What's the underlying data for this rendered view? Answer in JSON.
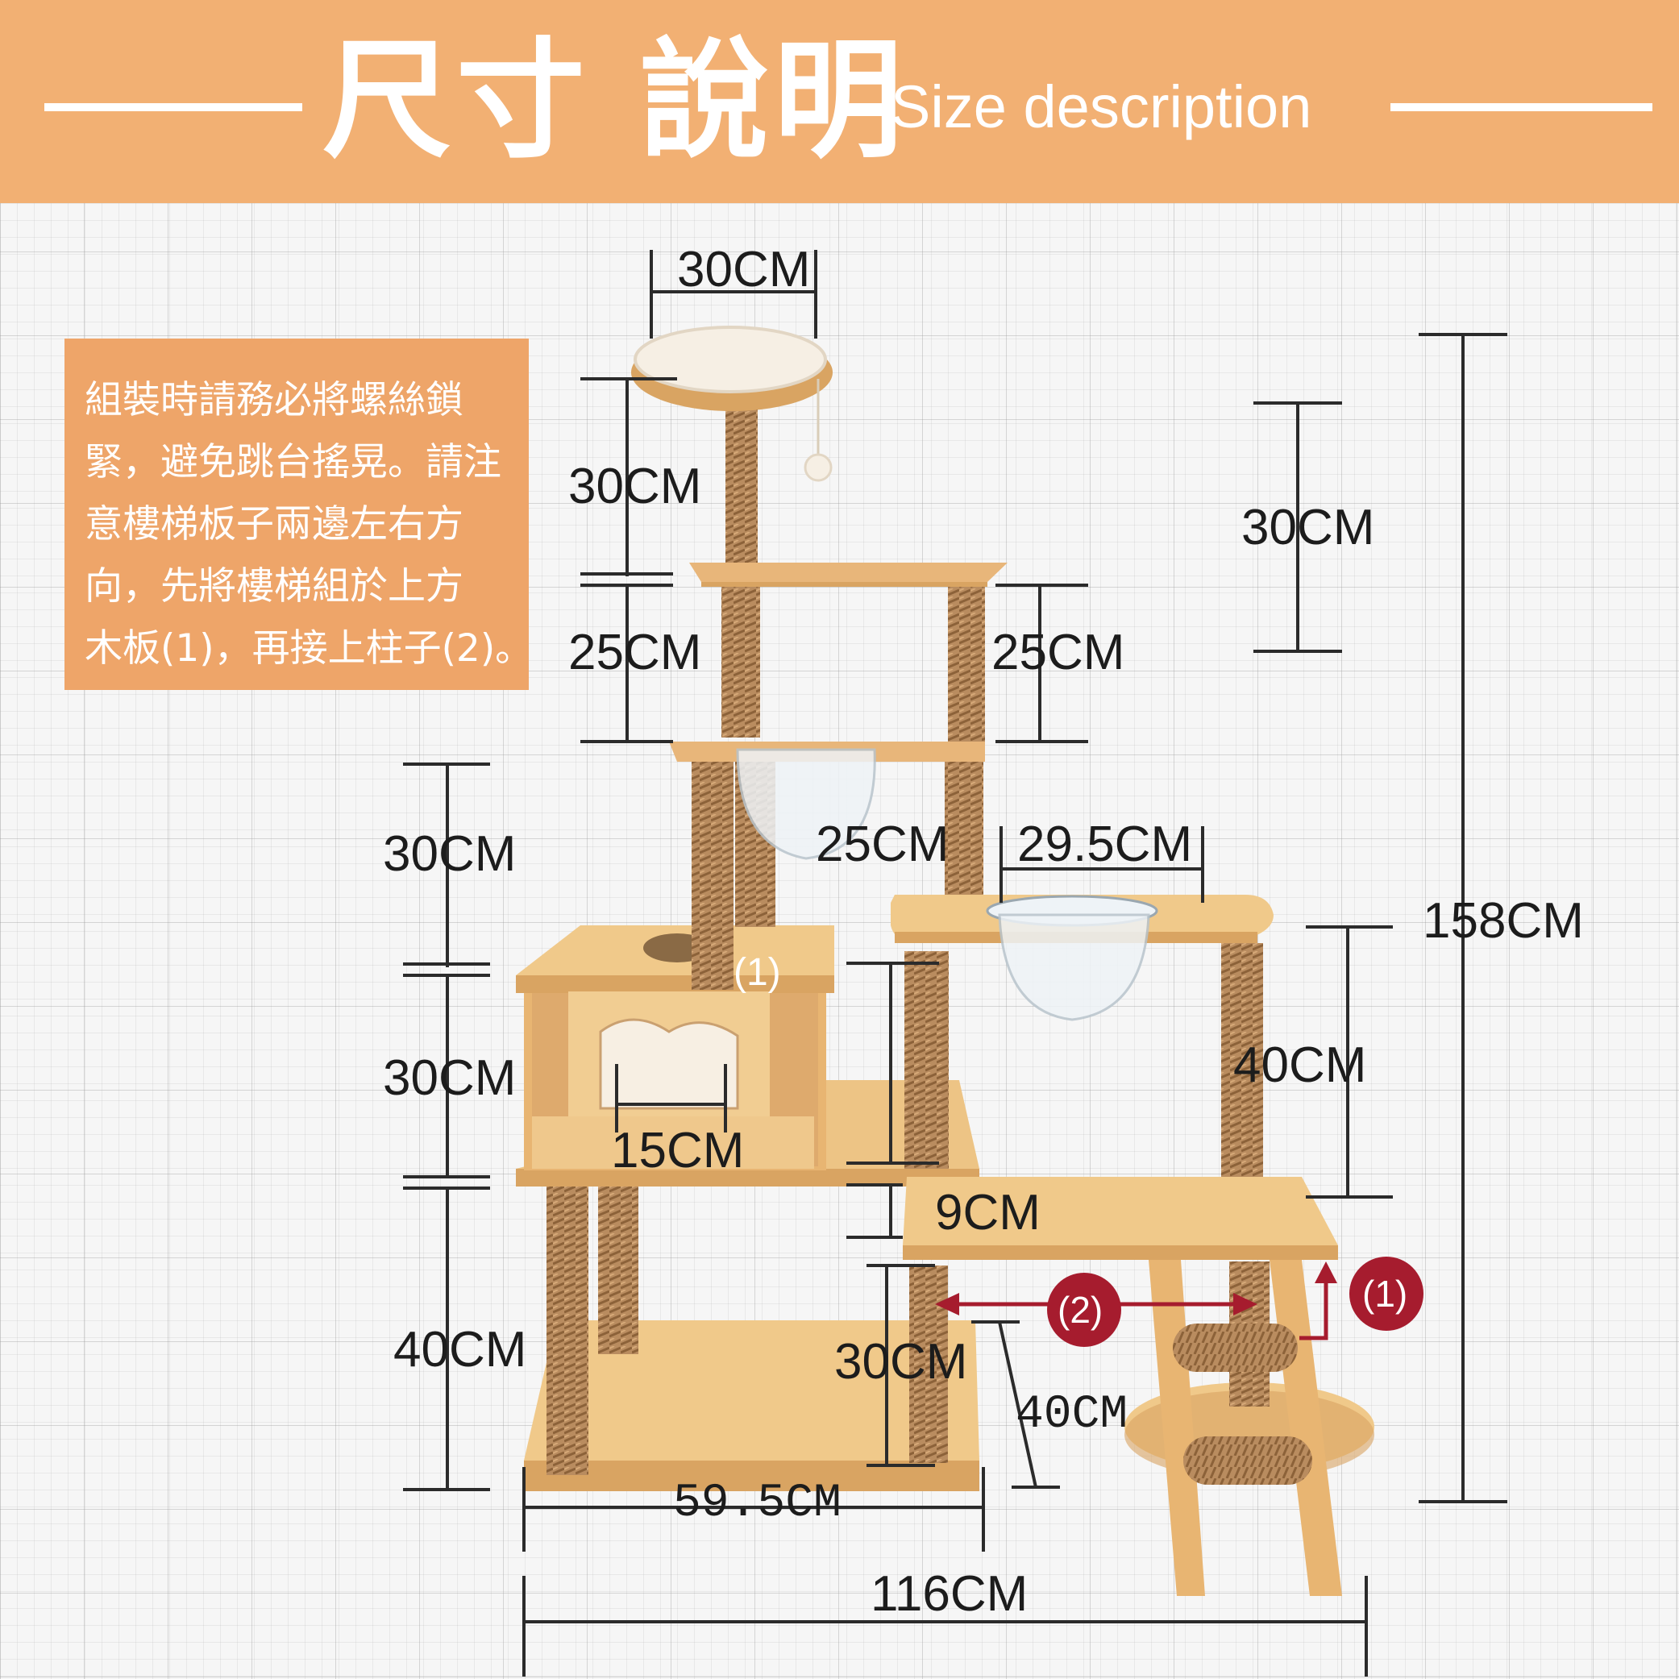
{
  "header": {
    "title_zh": "尺寸 說明",
    "title_en": "Size description"
  },
  "note": {
    "lines": [
      "組裝時請務必將螺絲鎖",
      "緊，避免跳台搖晃。請注",
      "意樓梯板子兩邊左右方",
      "向，先將樓梯組於上方",
      "木板(1)，再接上柱子(2)。"
    ]
  },
  "dimensions": {
    "top_width": "30CM",
    "top_post": "30CM",
    "mid_left": "25CM",
    "mid_right": "25CM",
    "mid_lower": "25CM",
    "bowl_width": "29.5CM",
    "right_top": "30CM",
    "right_40": "40CM",
    "total_height": "158CM",
    "left_30_upper": "30CM",
    "left_30_lower": "30CM",
    "left_40": "40CM",
    "door_width": "15CM",
    "gap_9": "9CM",
    "post_30": "30CM",
    "ladder_40": "40CM",
    "base_width": "59.5CM",
    "total_width": "116CM"
  },
  "markers": {
    "marker_1_small": "(1)",
    "marker_1": "(1)",
    "marker_2": "(2)"
  },
  "colors": {
    "header": "#f2b073",
    "note": "#eea569",
    "wood": "#e8bb77",
    "rope": "#b98c5f",
    "marker": "#a61c2e"
  }
}
